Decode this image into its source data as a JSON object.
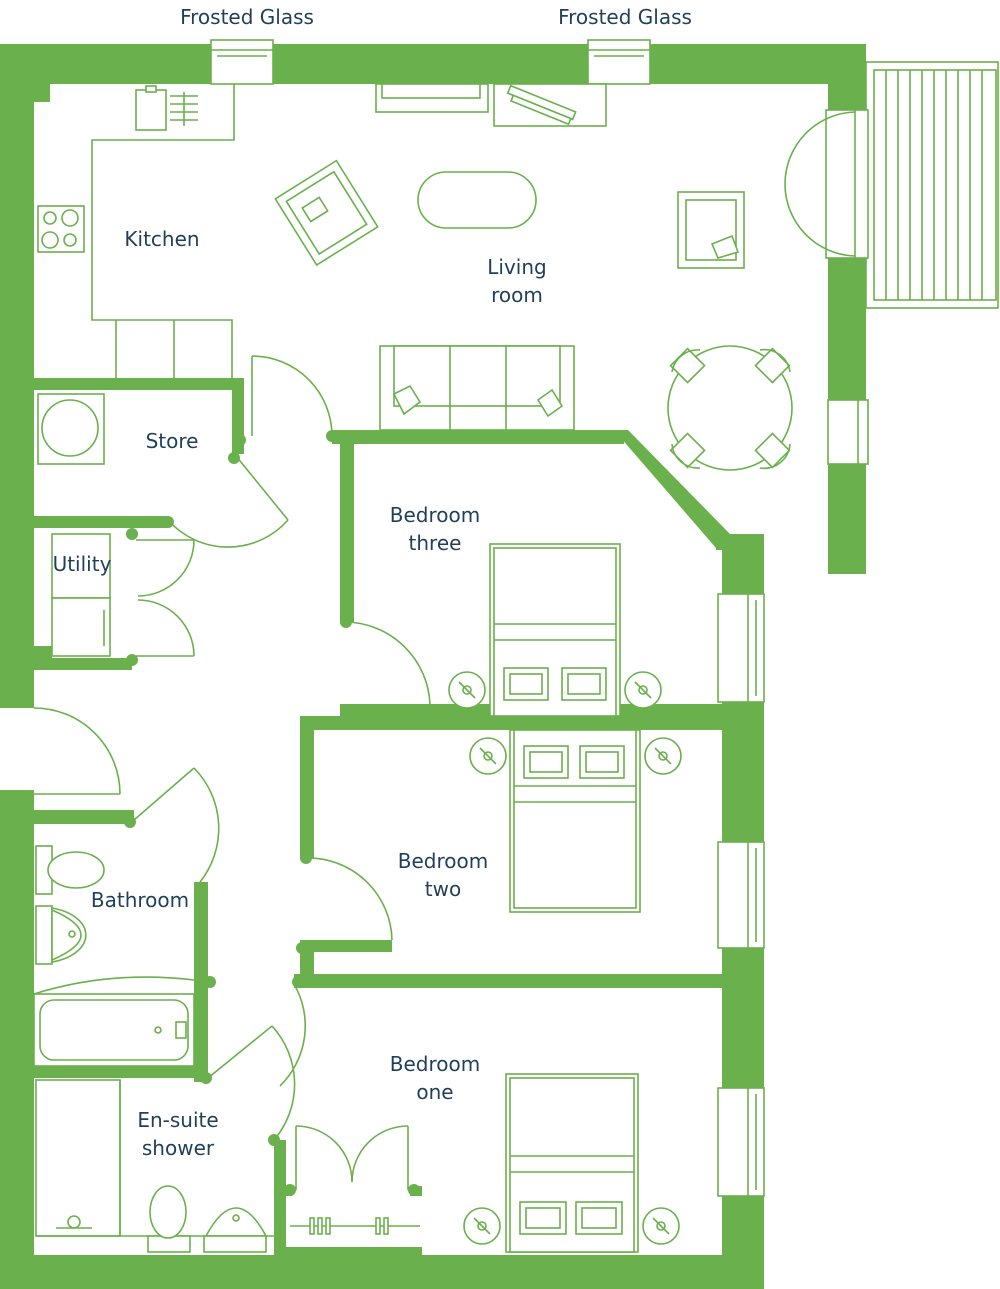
{
  "colors": {
    "wall": "#6ab04c",
    "label_text": "#1f3f5b",
    "background": "#ffffff"
  },
  "window_labels": {
    "left": "Frosted Glass",
    "right": "Frosted Glass"
  },
  "rooms": {
    "kitchen": "Kitchen",
    "living_line1": "Living",
    "living_line2": "room",
    "store": "Store",
    "utility": "Utility",
    "bed3_line1": "Bedroom",
    "bed3_line2": "three",
    "bed2_line1": "Bedroom",
    "bed2_line2": "two",
    "bathroom": "Bathroom",
    "bed1_line1": "Bedroom",
    "bed1_line2": "one",
    "ensuite_line1": "En-suite",
    "ensuite_line2": "shower"
  }
}
